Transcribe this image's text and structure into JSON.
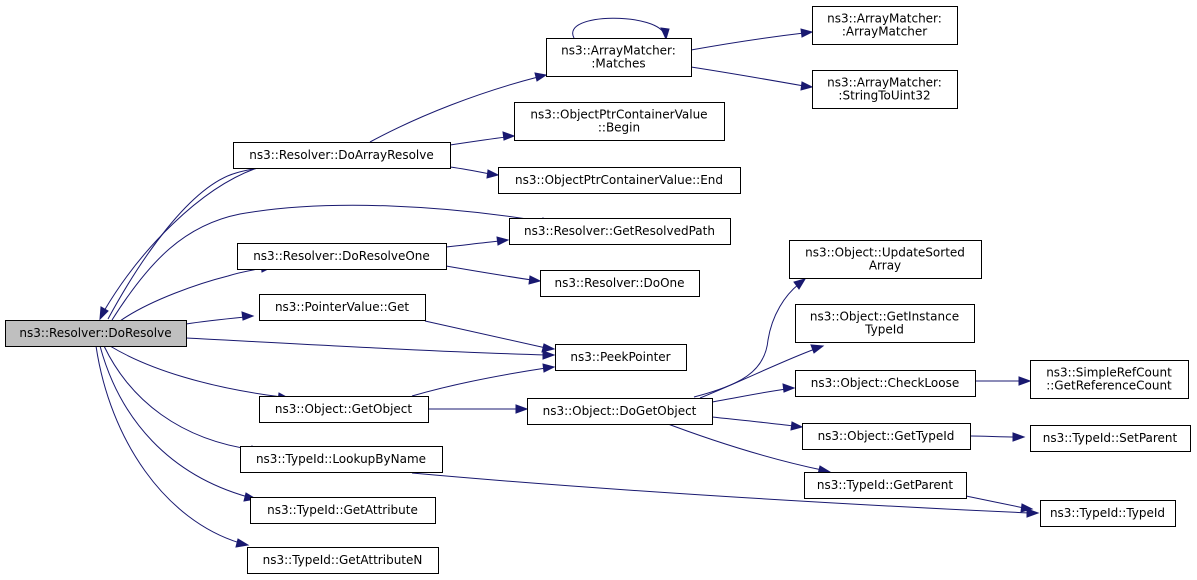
{
  "nodes": {
    "do_resolve": [
      "ns3::Resolver::DoResolve"
    ],
    "do_array_resolve": [
      "ns3::Resolver::DoArrayResolve"
    ],
    "do_resolve_one": [
      "ns3::Resolver::DoResolveOne"
    ],
    "pointer_value_get": [
      "ns3::PointerValue::Get"
    ],
    "object_get_object": [
      "ns3::Object::GetObject"
    ],
    "typeid_lookup_by_name": [
      "ns3::TypeId::LookupByName"
    ],
    "typeid_get_attribute": [
      "ns3::TypeId::GetAttribute"
    ],
    "typeid_get_attribute_n": [
      "ns3::TypeId::GetAttributeN"
    ],
    "array_matcher_matches": [
      "ns3::ArrayMatcher:",
      ":Matches"
    ],
    "object_ptr_container_begin": [
      "ns3::ObjectPtrContainerValue",
      "::Begin"
    ],
    "object_ptr_container_end": [
      "ns3::ObjectPtrContainerValue::End"
    ],
    "resolver_get_resolved_path": [
      "ns3::Resolver::GetResolvedPath"
    ],
    "resolver_do_one": [
      "ns3::Resolver::DoOne"
    ],
    "peek_pointer": [
      "ns3::PeekPointer"
    ],
    "object_do_get_object": [
      "ns3::Object::DoGetObject"
    ],
    "array_matcher_ctor": [
      "ns3::ArrayMatcher:",
      ":ArrayMatcher"
    ],
    "array_matcher_string_to_uint32": [
      "ns3::ArrayMatcher:",
      ":StringToUint32"
    ],
    "object_update_sorted_array": [
      "ns3::Object::UpdateSorted",
      "Array"
    ],
    "object_get_instance_type_id": [
      "ns3::Object::GetInstance",
      "TypeId"
    ],
    "object_check_loose": [
      "ns3::Object::CheckLoose"
    ],
    "object_get_type_id": [
      "ns3::Object::GetTypeId"
    ],
    "typeid_get_parent": [
      "ns3::TypeId::GetParent"
    ],
    "simple_ref_count_get_reference_count": [
      "ns3::SimpleRefCount",
      "::GetReferenceCount"
    ],
    "typeid_set_parent": [
      "ns3::TypeId::SetParent"
    ],
    "typeid_typeid": [
      "ns3::TypeId::TypeId"
    ]
  },
  "root": "do_resolve",
  "edges": [
    [
      "do_resolve",
      "do_array_resolve"
    ],
    [
      "do_resolve",
      "resolver_get_resolved_path"
    ],
    [
      "do_resolve",
      "do_resolve_one"
    ],
    [
      "do_resolve",
      "pointer_value_get"
    ],
    [
      "do_resolve",
      "peek_pointer"
    ],
    [
      "do_resolve",
      "object_get_object"
    ],
    [
      "do_resolve",
      "typeid_lookup_by_name"
    ],
    [
      "do_resolve",
      "typeid_get_attribute"
    ],
    [
      "do_resolve",
      "typeid_get_attribute_n"
    ],
    [
      "do_array_resolve",
      "do_resolve"
    ],
    [
      "do_array_resolve",
      "array_matcher_matches"
    ],
    [
      "do_array_resolve",
      "object_ptr_container_begin"
    ],
    [
      "do_array_resolve",
      "object_ptr_container_end"
    ],
    [
      "array_matcher_matches",
      "array_matcher_matches"
    ],
    [
      "array_matcher_matches",
      "array_matcher_ctor"
    ],
    [
      "array_matcher_matches",
      "array_matcher_string_to_uint32"
    ],
    [
      "do_resolve_one",
      "resolver_get_resolved_path"
    ],
    [
      "do_resolve_one",
      "resolver_do_one"
    ],
    [
      "pointer_value_get",
      "peek_pointer"
    ],
    [
      "object_get_object",
      "peek_pointer"
    ],
    [
      "object_get_object",
      "object_do_get_object"
    ],
    [
      "object_do_get_object",
      "object_update_sorted_array"
    ],
    [
      "object_do_get_object",
      "object_get_instance_type_id"
    ],
    [
      "object_do_get_object",
      "object_check_loose"
    ],
    [
      "object_do_get_object",
      "object_get_type_id"
    ],
    [
      "object_do_get_object",
      "typeid_get_parent"
    ],
    [
      "object_check_loose",
      "simple_ref_count_get_reference_count"
    ],
    [
      "object_get_type_id",
      "typeid_set_parent"
    ],
    [
      "typeid_get_parent",
      "typeid_typeid"
    ],
    [
      "typeid_lookup_by_name",
      "typeid_typeid"
    ]
  ],
  "colors": {
    "edge": "#191970",
    "root_fill": "#bfbfbf",
    "node_fill": "#ffffff",
    "node_stroke": "#000000"
  }
}
